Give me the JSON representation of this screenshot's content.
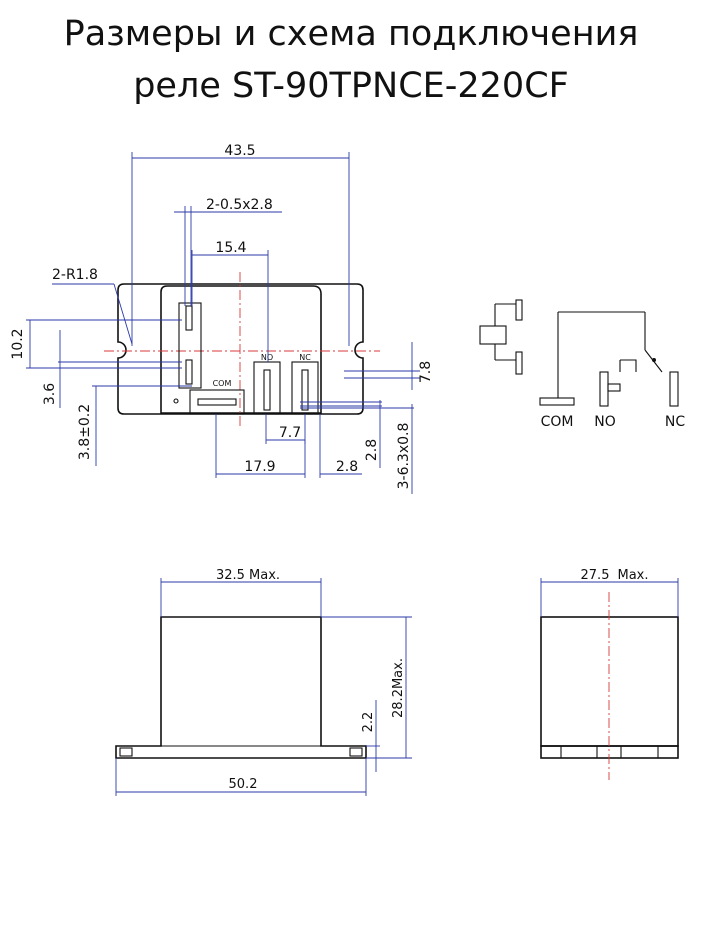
{
  "title": {
    "line1": "Размеры и схема подключения",
    "line2": "реле ST-90TPNCE-220CF"
  },
  "top_view": {
    "dims": {
      "width": "43.5",
      "pin_size": "2-0.5x2.8",
      "span": "15.4",
      "radius": "2-R1.8",
      "height": "10.2",
      "offset": "3.6",
      "tolerance": "3.8±0.2",
      "right_h": "7.8",
      "pitch": "7.7",
      "com_span": "17.9",
      "edge": "2.8",
      "edge_v": "2.8",
      "terminals": "3-6.3x0.8"
    },
    "labels": {
      "no": "NO",
      "nc": "NC",
      "com": "COM"
    }
  },
  "schematic": {
    "com": "COM",
    "no": "NO",
    "nc": "NC"
  },
  "front_view": {
    "width": "32.5 Max.",
    "height": "28.2Max.",
    "flange": "2.2",
    "base": "50.2"
  },
  "side_view": {
    "width_value": "27.5",
    "width_suffix": "Max."
  }
}
